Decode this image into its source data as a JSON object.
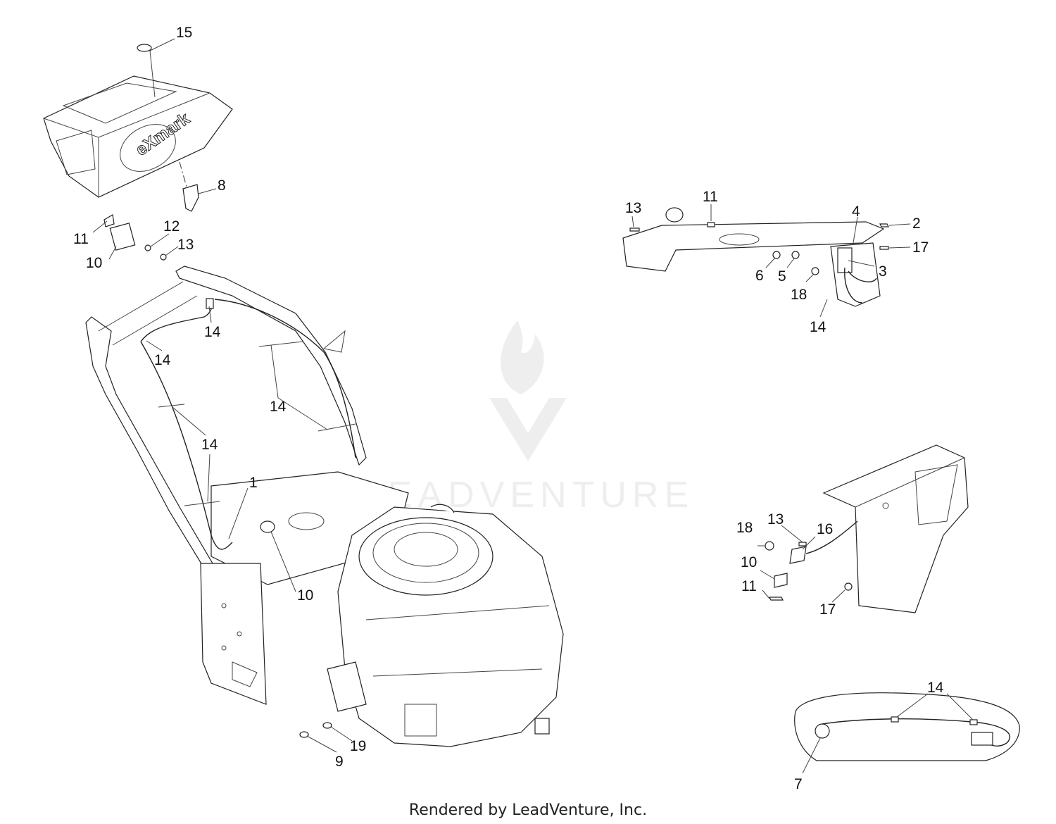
{
  "footer": "Rendered by LeadVenture, Inc.",
  "watermark": "LEADVENTURE",
  "console_logo": "eXmark",
  "callouts": {
    "c15": "15",
    "c8": "8",
    "c11a": "11",
    "c12": "12",
    "c10a": "10",
    "c13a": "13",
    "c14a": "14",
    "c14b": "14",
    "c14c": "14",
    "c14d": "14",
    "c1": "1",
    "c10b": "10",
    "c9": "9",
    "c19": "19",
    "c13b": "13",
    "c11b": "11",
    "c4": "4",
    "c2": "2",
    "c17a": "17",
    "c6": "6",
    "c5": "5",
    "c3": "3",
    "c18a": "18",
    "c14e": "14",
    "c13c": "13",
    "c18b": "18",
    "c16": "16",
    "c10c": "10",
    "c11c": "11",
    "c17b": "17",
    "c14f": "14",
    "c7": "7"
  }
}
